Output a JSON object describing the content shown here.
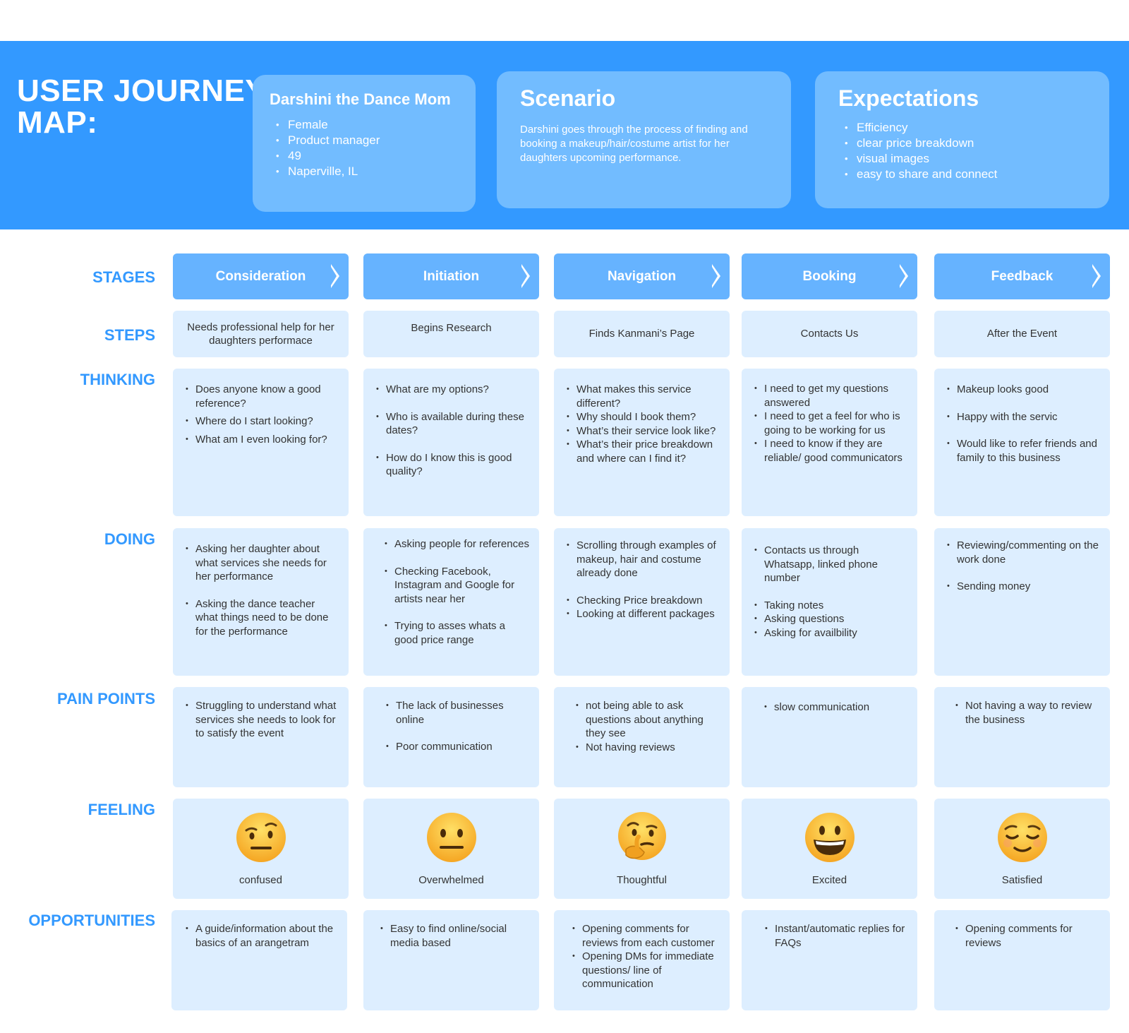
{
  "title": {
    "line1": "USER JOURNEY",
    "line2": "MAP:"
  },
  "persona": {
    "name": "Darshini the Dance Mom",
    "traits": [
      "Female",
      "Product manager",
      "49",
      " Naperville, IL"
    ]
  },
  "scenario": {
    "title": "Scenario",
    "text": "Darshini goes through the process of finding and booking a makeup/hair/costume artist for her daughters upcoming performance."
  },
  "expectations": {
    "title": "Expectations",
    "items": [
      "Efficiency",
      "clear price breakdown",
      "visual images",
      "easy to share and connect"
    ]
  },
  "row_labels": {
    "stages": "STAGES",
    "steps": "STEPS",
    "thinking": "THINKING",
    "doing": "DOING",
    "pain_points": "PAIN POINTS",
    "feeling": "FEELING",
    "opportunities": "OPPORTUNITIES"
  },
  "stages": [
    "Consideration",
    "Initiation",
    "Navigation",
    "Booking",
    "Feedback"
  ],
  "steps": [
    "Needs  professional help for her daughters performace",
    "Begins Research",
    "Finds Kanmani’s Page",
    "Contacts Us",
    "After the Event"
  ],
  "thinking": [
    [
      "Does anyone know a good reference?",
      "Where do I start looking?",
      "What am I even looking for?"
    ],
    [
      "What are my options?",
      "Who is available during these dates?",
      "How do I know this is good quality?"
    ],
    [
      "What makes this service different?",
      "Why should I book them?",
      "What’s their service look like?",
      "What’s their price breakdown and where can I find it?"
    ],
    [
      "I need to get my questions answered",
      "I need to get a feel for who is going to be working for us",
      "I need to know if they are reliable/ good communicators"
    ],
    [
      "Makeup looks good",
      "Happy with the servic",
      "Would like to refer friends and family to this business"
    ]
  ],
  "doing": [
    [
      "Asking her daughter about what services she needs for her performance",
      "Asking the dance teacher what things need to be done for the performance"
    ],
    [
      "Asking people for references",
      "Checking Facebook, Instagram and Google for artists near her",
      "Trying to asses whats a good price range"
    ],
    [
      "Scrolling through examples of makeup, hair and costume already done",
      "Checking Price breakdown",
      "Looking at different packages"
    ],
    [
      "Contacts us through Whatsapp, linked phone number",
      "Taking notes",
      "Asking questions",
      "Asking for availbility"
    ],
    [
      "Reviewing/commenting on the work done",
      "Sending money"
    ]
  ],
  "pain_points": [
    [
      "Struggling to understand what services she needs to look for to satisfy the event"
    ],
    [
      "The lack of businesses online",
      "Poor communication"
    ],
    [
      "not being able to ask questions about anything they see",
      "Not having reviews"
    ],
    [
      "slow communication"
    ],
    [
      "Not having a way to review the business"
    ]
  ],
  "feelings": [
    {
      "label": "confused",
      "icon": "raised-eyebrow-face-icon"
    },
    {
      "label": "Overwhelmed",
      "icon": "neutral-face-icon"
    },
    {
      "label": "Thoughtful",
      "icon": "thinking-face-icon"
    },
    {
      "label": "Excited",
      "icon": "grinning-face-icon"
    },
    {
      "label": "Satisfied",
      "icon": "relieved-face-icon"
    }
  ],
  "opportunities": [
    [
      "A guide/information about the basics of an arangetram"
    ],
    [
      "Easy to find online/social media based"
    ],
    [
      "Opening comments for reviews from each customer",
      "Opening DMs for immediate questions/ line of communication"
    ],
    [
      "Instant/automatic replies for FAQs"
    ],
    [
      "Opening comments for reviews"
    ]
  ],
  "colors": {
    "header_blue": "#3399ff",
    "card_blue": "#72bcff",
    "stage_blue": "#66b3ff",
    "cell_bg": "#ddeeff",
    "label_blue": "#3399ff",
    "emoji_yellow": "#ffcc33"
  }
}
